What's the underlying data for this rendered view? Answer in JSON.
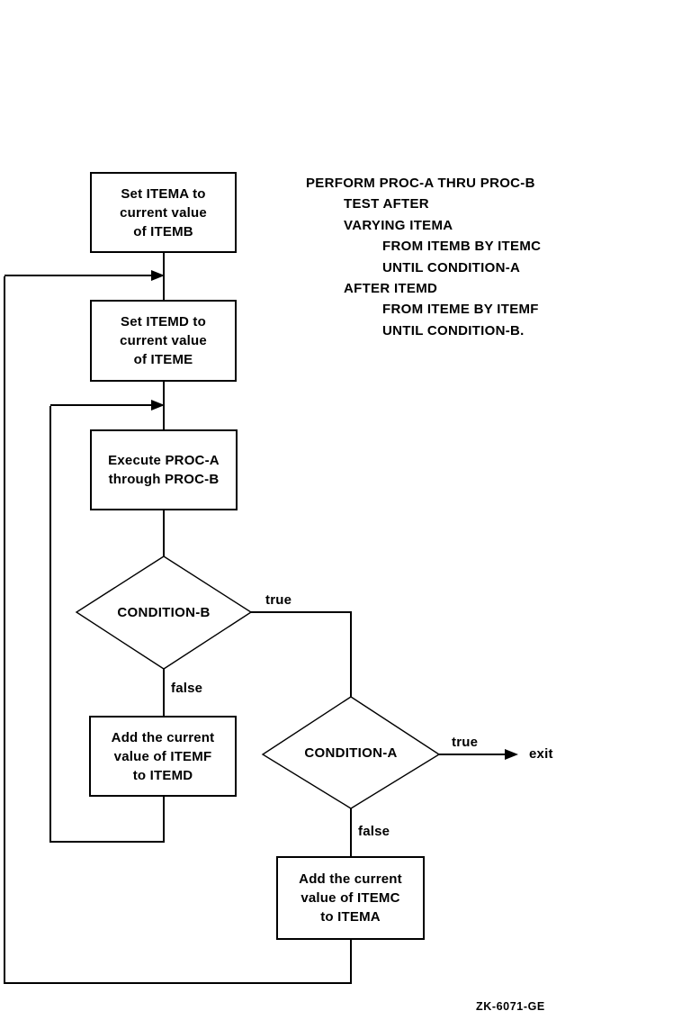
{
  "page": {
    "background_color": "#ffffff",
    "line_color": "#000000"
  },
  "figure_label": "ZK-6071-GE",
  "code": {
    "lines": [
      {
        "text": "PERFORM PROC-A THRU PROC-B",
        "indent": 0
      },
      {
        "text": "TEST AFTER",
        "indent": 1
      },
      {
        "text": "VARYING ITEMA",
        "indent": 1
      },
      {
        "text": "FROM ITEMB BY ITEMC",
        "indent": 2
      },
      {
        "text": "UNTIL CONDITION-A",
        "indent": 2
      },
      {
        "text": "AFTER ITEMD",
        "indent": 1
      },
      {
        "text": "FROM ITEME BY ITEMF",
        "indent": 2
      },
      {
        "text": "UNTIL CONDITION-B.",
        "indent": 2
      }
    ]
  },
  "flowchart": {
    "boxes": {
      "set_itema": "Set ITEMA to\ncurrent value\nof ITEMB",
      "set_itemd": "Set ITEMD to\ncurrent value\nof ITEME",
      "execute_proc": "Execute PROC-A\nthrough PROC-B",
      "add_itemf": "Add the current\nvalue of ITEMF\nto ITEMD",
      "add_itemc": "Add the current\nvalue of ITEMC\nto ITEMA"
    },
    "decisions": {
      "condition_b": "CONDITION-B",
      "condition_a": "CONDITION-A"
    },
    "labels": {
      "true_b": "true",
      "false_b": "false",
      "true_a": "true",
      "false_a": "false",
      "exit": "exit"
    }
  }
}
